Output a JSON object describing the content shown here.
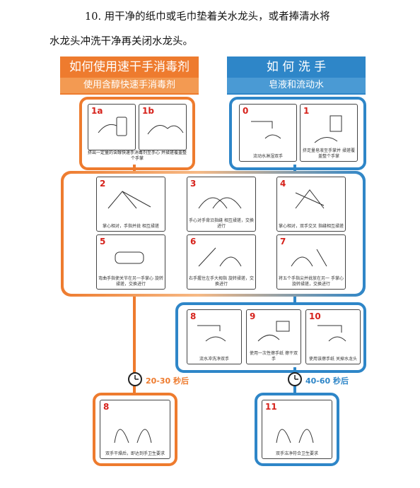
{
  "intro": {
    "line1": "10. 用干净的纸巾或毛巾垫着关水龙头，或者捧清水将",
    "line2": "水龙头冲洗干净再关闭水龙头。"
  },
  "left_header": {
    "title": "如何使用速干手消毒剂",
    "subtitle": "使用含醇快速手消毒剂"
  },
  "right_header": {
    "title": "如 何 洗 手",
    "subtitle": "皂液和流动水"
  },
  "steps": {
    "s1a": {
      "num": "1a",
      "cap": ""
    },
    "s1b": {
      "num": "1b",
      "cap": ""
    },
    "s1cap": "挤出一定量的含醇快速手消毒剂至手心 并揉搓覆盖整个手掌",
    "s0": {
      "num": "0",
      "cap": "流动水淋湿双手"
    },
    "s1": {
      "num": "1",
      "cap": "挤足量皂液至手掌并 揉搓覆盖整个手掌"
    },
    "s2": {
      "num": "2",
      "cap": "掌心相对，手指并拢 相互揉搓"
    },
    "s3": {
      "num": "3",
      "cap": "手心对手背沿指缝 相互揉搓，交换进行"
    },
    "s4": {
      "num": "4",
      "cap": "掌心相对，双手交叉 指缝相互揉搓"
    },
    "s5": {
      "num": "5",
      "cap": "弯曲手指使关节在另一手掌心 旋转揉搓，交换进行"
    },
    "s6": {
      "num": "6",
      "cap": "右手握住左手大拇指 旋转揉搓，交换进行"
    },
    "s7": {
      "num": "7",
      "cap": "将五个手指尖并拢放在另一 手掌心旋转揉搓，交换进行"
    },
    "s8": {
      "num": "8",
      "cap": "流水冲洗净双手"
    },
    "s9": {
      "num": "9",
      "cap": "使用一次性擦手纸 擦干双手"
    },
    "s10": {
      "num": "10",
      "cap": "使用该擦手纸 关掉水龙头"
    },
    "s8l": {
      "num": "8",
      "cap": "双手干燥后，即达到手卫生要求"
    },
    "s11": {
      "num": "11",
      "cap": "双手洁净符合卫生要求"
    }
  },
  "timers": {
    "left": "20-30 秒后",
    "right": "40-60 秒后"
  },
  "colors": {
    "orange": "#ee7b2e",
    "blue": "#2e86c8",
    "red": "#d6221b"
  }
}
